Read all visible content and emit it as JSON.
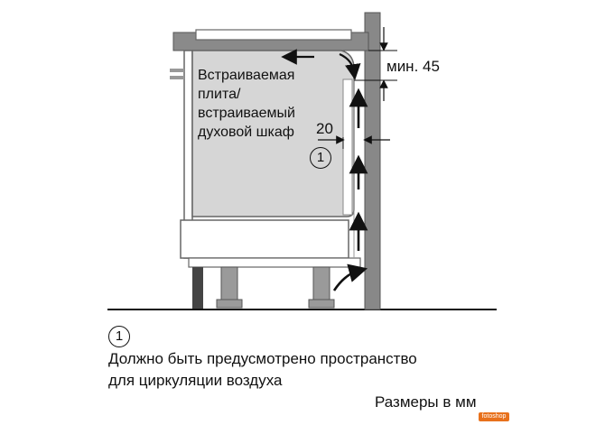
{
  "diagram": {
    "unit_label_lines": [
      "Встраиваемая",
      "плита/",
      "встраиваемый",
      "духовой шкаф"
    ],
    "dimension_top": "мин. 45",
    "dimension_gap": "20",
    "callout_number": "1"
  },
  "footnote": {
    "number": "1",
    "line1": "Должно быть предусмотрено пространство",
    "line2": "для циркуляции воздуха"
  },
  "units_note": "Размеры в мм",
  "watermark": "fotoshop"
}
